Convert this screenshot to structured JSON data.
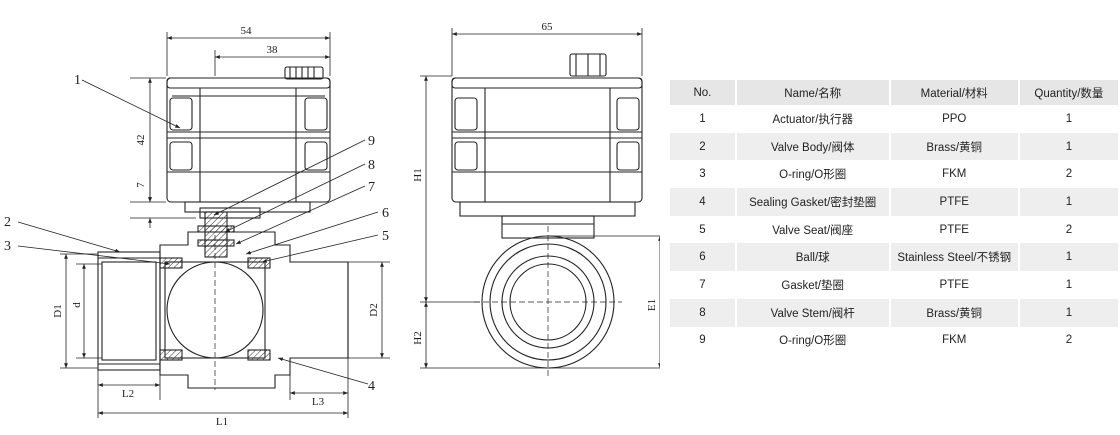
{
  "dims": {
    "top_width_54": "54",
    "top_width_38": "38",
    "height_42": "42",
    "height_7": "7",
    "side_width_65": "65",
    "H1": "H1",
    "H2": "H2",
    "E1": "E1",
    "D1": "D1",
    "d": "d",
    "D2": "D2",
    "L1": "L1",
    "L2": "L2",
    "L3": "L3"
  },
  "callouts": [
    "1",
    "2",
    "3",
    "4",
    "5",
    "6",
    "7",
    "8",
    "9"
  ],
  "table": {
    "headers": {
      "no": "No.",
      "name": "Name/名称",
      "material": "Material/材料",
      "qty": "Quantity/数量"
    },
    "rows": [
      {
        "no": "1",
        "name": "Actuator/执行器",
        "material": "PPO",
        "qty": "1"
      },
      {
        "no": "2",
        "name": "Valve Body/阀体",
        "material": "Brass/黄铜",
        "qty": "1"
      },
      {
        "no": "3",
        "name": "O-ring/O形圈",
        "material": "FKM",
        "qty": "2"
      },
      {
        "no": "4",
        "name": "Sealing Gasket/密封垫圈",
        "material": "PTFE",
        "qty": "1"
      },
      {
        "no": "5",
        "name": "Valve Seat/阀座",
        "material": "PTFE",
        "qty": "2"
      },
      {
        "no": "6",
        "name": "Ball/球",
        "material": "Stainless Steel/不锈钢",
        "qty": "1"
      },
      {
        "no": "7",
        "name": "Gasket/垫圈",
        "material": "PTFE",
        "qty": "1"
      },
      {
        "no": "8",
        "name": "Valve Stem/阀杆",
        "material": "Brass/黄铜",
        "qty": "1"
      },
      {
        "no": "9",
        "name": "O-ring/O形圈",
        "material": "FKM",
        "qty": "2"
      }
    ]
  }
}
